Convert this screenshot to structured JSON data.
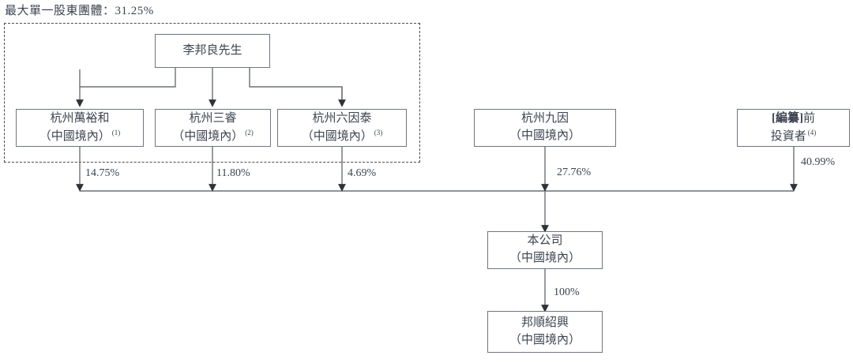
{
  "diagram": {
    "title": "最大單一股東團體：31.25%",
    "group_frame_name": "largest-single-shareholder-group",
    "nodes": {
      "person": {
        "line1": "李邦良先生",
        "line2": ""
      },
      "entity1": {
        "line1": "杭州萬裕和",
        "line2": "（中國境內）",
        "note": "(1)"
      },
      "entity2": {
        "line1": "杭州三睿",
        "line2": "（中國境內）",
        "note": "(2)"
      },
      "entity3": {
        "line1": "杭州六因泰",
        "line2": "（中國境內）",
        "note": "(3)"
      },
      "entity4": {
        "line1": "杭州九因",
        "line2": "（中國境內）",
        "note": ""
      },
      "entity5": {
        "line1_bold": "[編纂]",
        "line1_rest": "前",
        "line2": "投資者",
        "note": "(4)"
      },
      "company": {
        "line1": "本公司",
        "line2": "（中國境內）"
      },
      "subsidiary": {
        "line1": "邦順紹興",
        "line2": "（中國境內）"
      }
    },
    "percentages": {
      "entity1_to_company": "14.75%",
      "entity2_to_company": "11.80%",
      "entity3_to_company": "4.69%",
      "entity4_to_company": "27.76%",
      "entity5_to_company": "40.99%",
      "company_to_subsidiary": "100%"
    },
    "colors": {
      "text": "#3d4450",
      "box_border": "#6f7580",
      "connector": "#6b7077",
      "frame_dash": "#4a4a4a",
      "background": "#ffffff"
    }
  }
}
